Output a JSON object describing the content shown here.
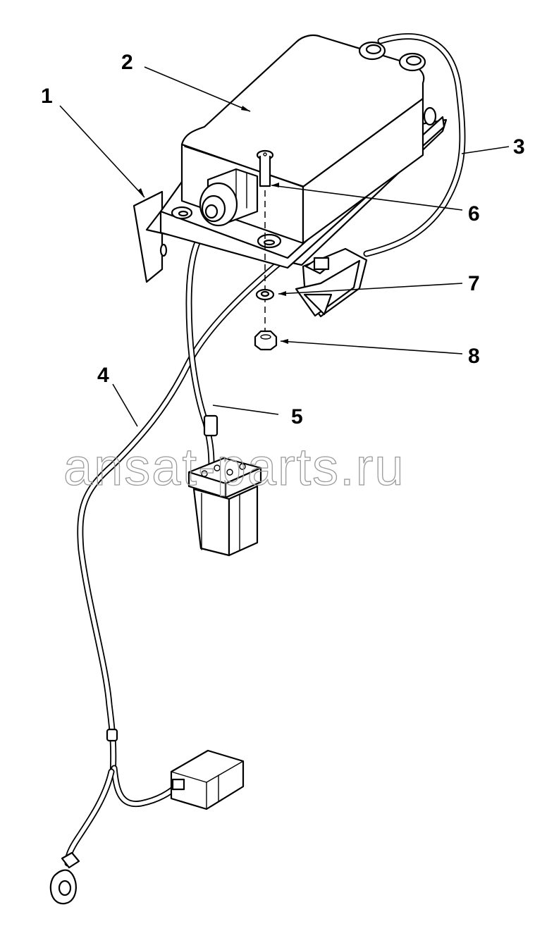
{
  "callouts": {
    "c1": "1",
    "c2": "2",
    "c3": "3",
    "c4": "4",
    "c5": "5",
    "c6": "6",
    "c7": "7",
    "c8": "8"
  },
  "watermark": "ansat-parts.ru"
}
